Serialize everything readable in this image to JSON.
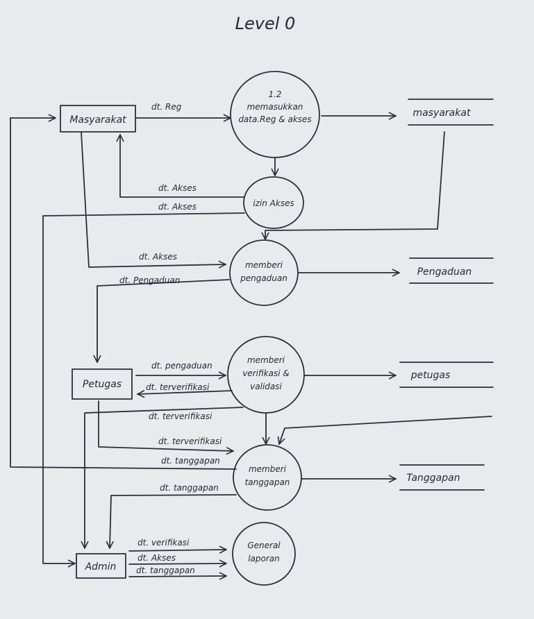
{
  "title": "Level 0",
  "entities": {
    "masyarakat": "Masyarakat",
    "petugas": "Petugas",
    "admin": "Admin"
  },
  "processes": {
    "p12": {
      "number": "1.2",
      "line1": "memasukkan",
      "line2": "data.Reg & akses"
    },
    "izin": {
      "line1": "izin Akses"
    },
    "pengaduan": {
      "line1": "memberi",
      "line2": "pengaduan"
    },
    "verifikasi": {
      "line1": "memberi",
      "line2": "verifikasi &",
      "line3": "validasi"
    },
    "tanggapan": {
      "line1": "memberi",
      "line2": "tanggapan"
    },
    "laporan": {
      "line1": "General",
      "line2": "laporan"
    }
  },
  "stores": {
    "masyarakat": "masyarakat",
    "pengaduan": "Pengaduan",
    "petugas": "petugas",
    "tanggapan": "Tanggapan"
  },
  "flows": {
    "dt_reg": "dt. Reg",
    "akses1": "dt. Akses",
    "akses2": "dt. Akses",
    "akses3": "dt. Akses",
    "pengaduan1": "dt. Pengaduan",
    "pengaduan2": "dt. pengaduan",
    "terverifikasi1": "dt. terverifikasi",
    "terverifikasi2": "dt. terverifikasi",
    "terverifikasi3": "dt. terverifikasi",
    "tanggapan1": "dt. tanggapan",
    "tanggapan2": "dt. tanggapan",
    "admin_verifikasi": "dt. verifikasi",
    "admin_akses": "dt. Akses",
    "admin_tanggapan": "dt. tanggapan"
  }
}
